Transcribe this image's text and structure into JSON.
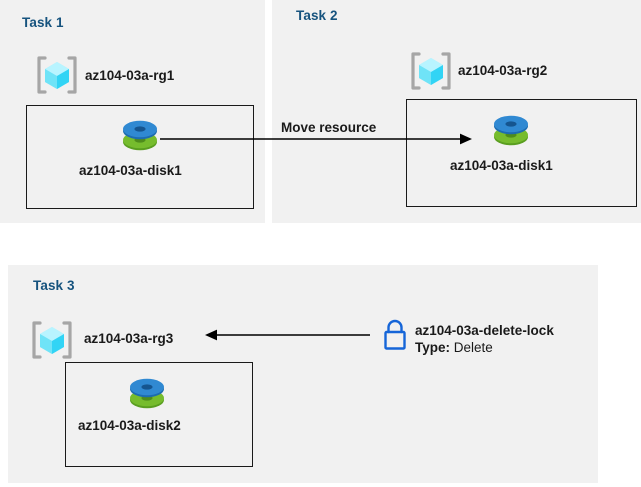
{
  "diagram": {
    "title": "Azure resource group tasks diagram",
    "background": "#ffffff",
    "panel_bg": "#f1f1f1",
    "title_color": "#16537e",
    "text_color": "#1a1a1a",
    "arrow_color": "#000000",
    "lock_color": "#1565d8",
    "disk_top_color": "#2b88d8",
    "disk_bottom_color": "#6cb22e",
    "rg_cube_color": "#50e6ff",
    "rg_bracket_color": "#a0a0a0"
  },
  "tasks": [
    {
      "id": "task1",
      "title": "Task 1",
      "resource_group": "az104-03a-rg1",
      "resource_group_icon": "resource-group-icon",
      "disk": "az104-03a-disk1",
      "disk_icon": "managed-disk-icon"
    },
    {
      "id": "task2",
      "title": "Task 2",
      "resource_group": "az104-03a-rg2",
      "resource_group_icon": "resource-group-icon",
      "disk": "az104-03a-disk1",
      "disk_icon": "managed-disk-icon"
    },
    {
      "id": "task3",
      "title": "Task 3",
      "resource_group": "az104-03a-rg3",
      "resource_group_icon": "resource-group-icon",
      "disk": "az104-03a-disk2",
      "disk_icon": "managed-disk-icon"
    }
  ],
  "connectors": {
    "move": {
      "label": "Move resource",
      "direction": "right",
      "from": "az104-03a-disk1 (Task 1)",
      "to": "az104-03a-disk1 (Task 2)"
    },
    "lock": {
      "direction": "left",
      "from": "az104-03a-delete-lock",
      "to": "az104-03a-rg3"
    }
  },
  "lock": {
    "icon": "lock-icon",
    "name": "az104-03a-delete-lock",
    "type_key": "Type:",
    "type_value": "Delete"
  }
}
